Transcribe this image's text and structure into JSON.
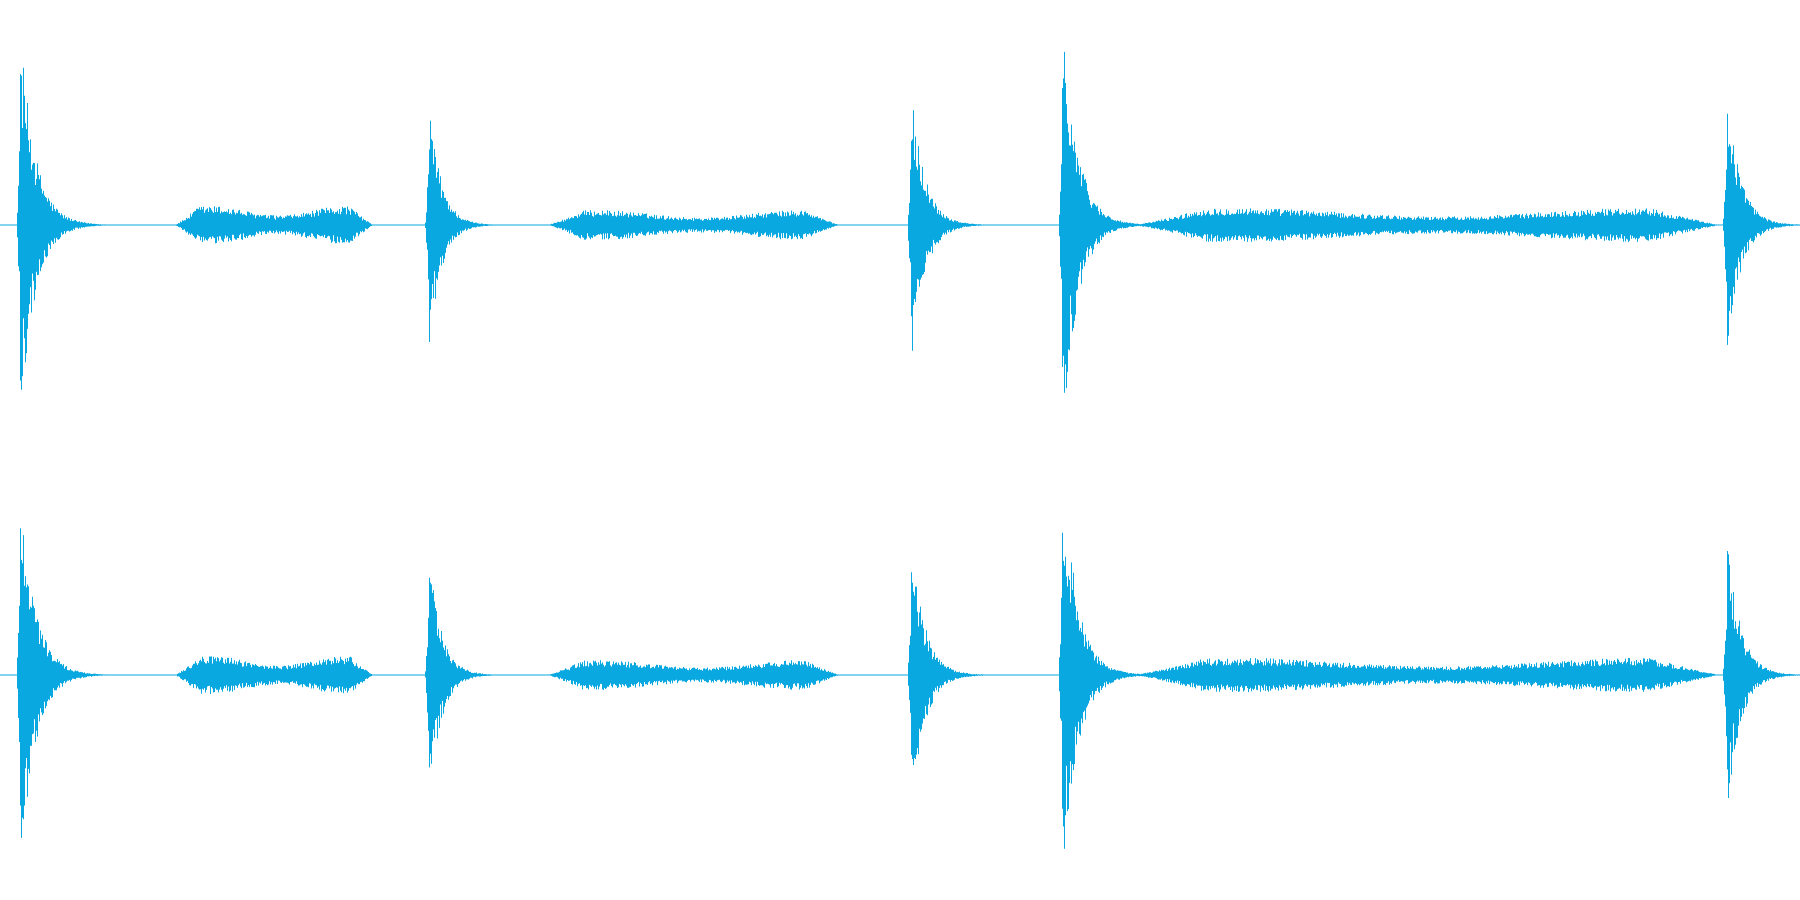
{
  "waveform": {
    "color": "#0aa8e0",
    "channels": [
      {
        "name": "",
        "kind": "left"
      },
      {
        "name": "",
        "kind": "right"
      }
    ],
    "events": [
      {
        "type": "impulse",
        "t": 0.011,
        "amp": 0.92,
        "decay": 0.025
      },
      {
        "type": "hum",
        "t0": 0.097,
        "t1": 0.207,
        "amp": 0.09
      },
      {
        "type": "impulse",
        "t": 0.238,
        "amp": 0.61,
        "decay": 0.02
      },
      {
        "type": "hum",
        "t0": 0.304,
        "t1": 0.466,
        "amp": 0.07
      },
      {
        "type": "impulse",
        "t": 0.506,
        "amp": 0.67,
        "decay": 0.022
      },
      {
        "type": "impulse",
        "t": 0.59,
        "amp": 1.0,
        "decay": 0.025
      },
      {
        "type": "hum",
        "t0": 0.63,
        "t1": 0.955,
        "amp": 0.08
      },
      {
        "type": "impulse",
        "t": 0.959,
        "amp": 0.67,
        "decay": 0.022
      }
    ]
  }
}
